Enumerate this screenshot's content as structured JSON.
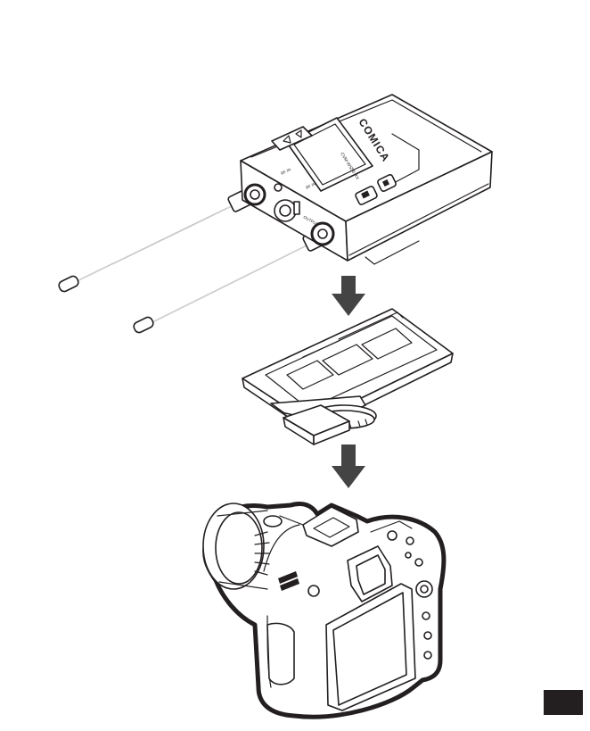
{
  "receiver": {
    "brand": "COMICA",
    "jack_output": "OUTPUT",
    "jack_left": "RF IN",
    "jack_right": "RF IN"
  },
  "colors": {
    "ink": "#231f20",
    "background": "#ffffff",
    "arrow": "#444444"
  }
}
